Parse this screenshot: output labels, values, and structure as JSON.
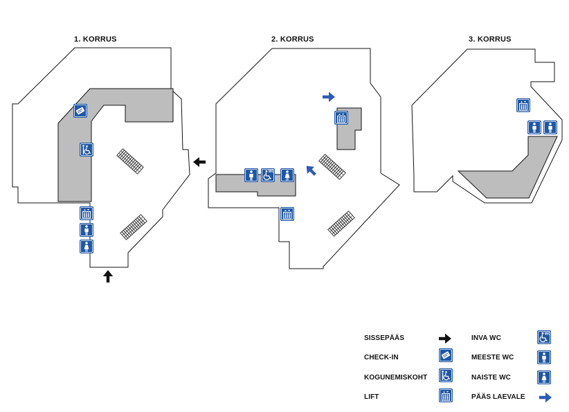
{
  "floors": [
    {
      "title": "1. KORRUS"
    },
    {
      "title": "2. KORRUS"
    },
    {
      "title": "3. KORRUS"
    }
  ],
  "legend": {
    "entrance": "SISSEPÄÄS",
    "checkin": "CHECK-IN",
    "assembly": "KOGUNEMISKOHT",
    "lift": "LIFT",
    "accessible_wc": "INVA WC",
    "mens_wc": "MEESTE WC",
    "womens_wc": "NAISTE WC",
    "ship_access": "PÄÄS LAEVALE"
  },
  "icons": {
    "wc_badge": "WC",
    "entrance_arrow": "black-arrow-icon",
    "ship_arrow": "blue-arrow-icon",
    "lift": "lift-icon",
    "mens": "man-icon",
    "womens": "woman-icon",
    "accessible": "wheelchair-icon",
    "checkin": "ticket-icon",
    "assembly": "assembly-icon",
    "escalator": "escalator-icon"
  },
  "colors": {
    "sign_blue": "#1f57a5",
    "ship_arrow_blue": "#2e5bb4",
    "shaded_area": "#bdbdbd",
    "outline": "#111111"
  }
}
